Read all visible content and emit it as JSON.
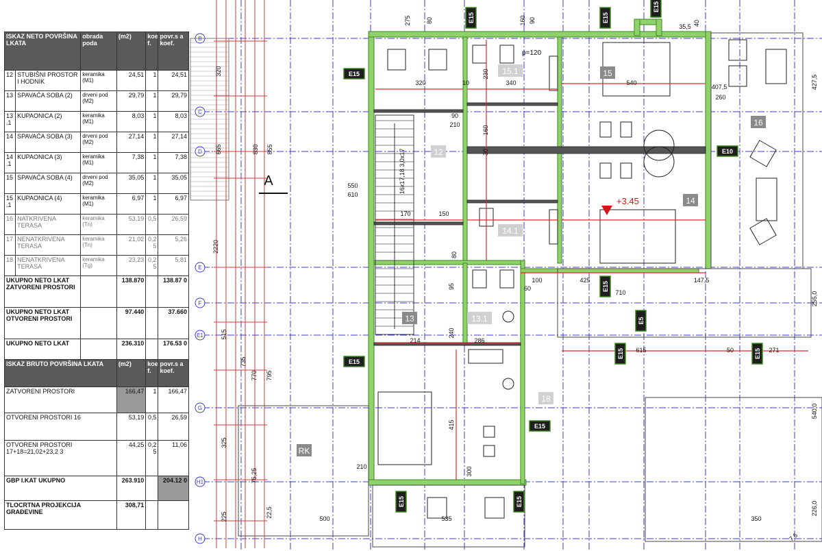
{
  "area_table": {
    "headers": [
      "ISKAZ NETO POVRŠINA LKATA",
      "obrada poda",
      "(m2)",
      "koe f.",
      "povr.s a koef."
    ],
    "rows": [
      {
        "no": "12",
        "name": "STUBIŠNI PROSTOR I HODNIK",
        "finish": "keramika (M1)",
        "area": "24,51",
        "coef": "1",
        "net": "24,51"
      },
      {
        "no": "13",
        "name": "SPAVAĆA SOBA (2)",
        "finish": "drveni pod (M2)",
        "area": "29,79",
        "coef": "1",
        "net": "29,79"
      },
      {
        "no": "13 .1",
        "name": "KUPAONICA (2)",
        "finish": "keramika (M1)",
        "area": "8,03",
        "coef": "1",
        "net": "8,03"
      },
      {
        "no": "14",
        "name": "SPAVAĆA SOBA (3)",
        "finish": "drveni pod (M2)",
        "area": "27,14",
        "coef": "1",
        "net": "27,14"
      },
      {
        "no": "14 .1",
        "name": "KUPAONICA (3)",
        "finish": "keramika (M1)",
        "area": "7,38",
        "coef": "1",
        "net": "7,38"
      },
      {
        "no": "15",
        "name": "SPAVAĆA SOBA (4)",
        "finish": "drveni pod (M2)",
        "area": "35,05",
        "coef": "1",
        "net": "35,05"
      },
      {
        "no": "15 .1",
        "name": "KUPAONICA (4)",
        "finish": "keramika (M1)",
        "area": "6,97",
        "coef": "1",
        "net": "6,97"
      },
      {
        "no": "16",
        "name": "NATKRIVENA TERASA",
        "finish": "keramika (Tn)",
        "area": "53,19",
        "coef": "0,5",
        "net": "26,59"
      },
      {
        "no": "17",
        "name": "NENATKRIVENA TERASA",
        "finish": "keramika (Tn)",
        "area": "21,02",
        "coef": "0,2 5",
        "net": "5,26"
      },
      {
        "no": "18",
        "name": "NENATKRIVENA TERASA",
        "finish": "keramika (Tg)",
        "area": "23,23",
        "coef": "0,2 5",
        "net": "5,81"
      }
    ],
    "totals": [
      {
        "label": "UKUPNO NETO LKAT ZATVORENI PROSTORI",
        "area": "138.870",
        "net": "138.87 0"
      },
      {
        "label": "UKUPNO NETO LKAT OTVORENI PROSTORI",
        "area": "97.440",
        "net": "37.660"
      },
      {
        "label": "UKUPNO NETO LKAT",
        "area": "236.310",
        "net": "176.53 0"
      }
    ],
    "bruto_headers": [
      "ISKAZ BRUTO POVRŠINA LKATA",
      "(m2)",
      "koe f.",
      "povr.s a koef."
    ],
    "bruto_rows": [
      {
        "name": "ZATVORENI PROSTORI",
        "area": "166,47",
        "coef": "1",
        "net": "166,47"
      },
      {
        "name": "OTVORENI PROSTORI    16",
        "area": "53,19",
        "coef": "0,5",
        "net": "26,59"
      },
      {
        "name": "OTVORENI PROSTORI 17+18=21,02+23,2 3",
        "area": "44,25",
        "coef": "0,2 5",
        "net": "11,06"
      },
      {
        "name": "GBP I.KAT UKUPNO",
        "area": "263.910",
        "coef": "",
        "net": "204.12 0"
      },
      {
        "name": "TLOCRTNA PROJEKCIJA GRAĐEVINE",
        "area": "308,71",
        "coef": "",
        "net": ""
      }
    ]
  },
  "plan": {
    "axes": [
      "B",
      "C",
      "D",
      "E",
      "F",
      "E1",
      "G",
      "H1",
      "H"
    ],
    "section_mark": "A",
    "level": "+3.45",
    "stair_label": "16x17,18 3,0x17",
    "rooms": [
      "12",
      "13",
      "13.1",
      "14",
      "14.1",
      "15",
      "15.1",
      "16",
      "18",
      "RK"
    ],
    "wall_tags": [
      "E15",
      "E10",
      "E5"
    ],
    "note_p": "p=120",
    "dims": [
      "275",
      "80",
      "160",
      "90",
      "35,5",
      "40",
      "320",
      "230",
      "10",
      "340",
      "540",
      "407,5",
      "260",
      "427,5",
      "90",
      "210",
      "160",
      "30",
      "550",
      "610",
      "170",
      "150",
      "147,5",
      "100",
      "425",
      "710",
      "60",
      "214",
      "286",
      "240",
      "95",
      "80",
      "615",
      "50",
      "271",
      "255,0",
      "415",
      "300",
      "500",
      "535",
      "350",
      "226,0",
      "320",
      "665",
      "830",
      "855",
      "2220",
      "515",
      "735",
      "770",
      "795",
      "325",
      "225",
      "75,25",
      "22,5",
      "540,0",
      "7,5",
      "210"
    ]
  }
}
